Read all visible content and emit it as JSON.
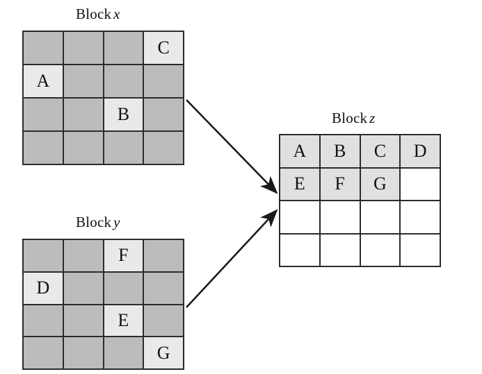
{
  "figure": {
    "type": "diagram",
    "description": "Two shaded source blocks (Block x and Block y) contributing labeled elements via arrows into a compacted destination Block z",
    "background_color": "#ffffff",
    "colors": {
      "grid_line": "#2b2b2b",
      "source_cell": "#bcbcbc",
      "source_highlight_cell": "#e9e9e9",
      "destination_cell": "#ffffff",
      "destination_filled_cell": "#e0e0e0",
      "text": "#111111",
      "arrow": "#1a1a1a"
    }
  },
  "blocks": {
    "x": {
      "title_prefix": "Block",
      "title_var": "x",
      "rows": 4,
      "cols": 4,
      "cells": [
        [
          "",
          "",
          "",
          "C"
        ],
        [
          "A",
          "",
          "",
          ""
        ],
        [
          "",
          "",
          "B",
          ""
        ],
        [
          "",
          "",
          "",
          ""
        ]
      ]
    },
    "y": {
      "title_prefix": "Block",
      "title_var": "y",
      "rows": 4,
      "cols": 4,
      "cells": [
        [
          "",
          "",
          "F",
          ""
        ],
        [
          "D",
          "",
          "",
          ""
        ],
        [
          "",
          "",
          "E",
          ""
        ],
        [
          "",
          "",
          "",
          "G"
        ]
      ]
    },
    "z": {
      "title_prefix": "Block",
      "title_var": "z",
      "rows": 4,
      "cols": 4,
      "cells": [
        [
          "A",
          "B",
          "C",
          "D"
        ],
        [
          "E",
          "F",
          "G",
          ""
        ],
        [
          "",
          "",
          "",
          ""
        ],
        [
          "",
          "",
          "",
          ""
        ]
      ]
    }
  },
  "arrows": [
    {
      "name": "arrow-x-to-z",
      "from": "Block x",
      "to": "Block z"
    },
    {
      "name": "arrow-y-to-z",
      "from": "Block y",
      "to": "Block z"
    }
  ],
  "watermark": {
    "text": ""
  }
}
